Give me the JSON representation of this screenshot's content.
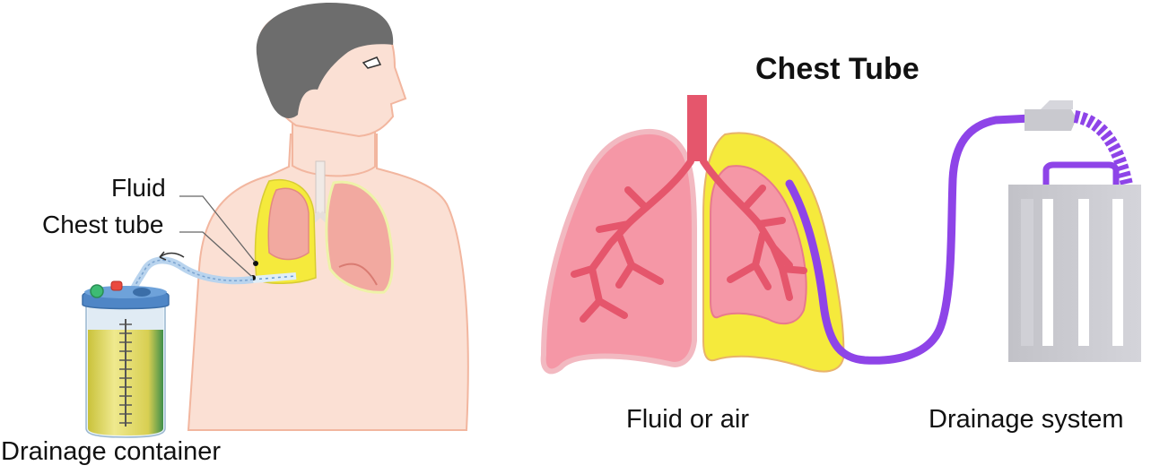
{
  "left_figure": {
    "labels": {
      "fluid": "Fluid",
      "chest_tube": "Chest tube",
      "drainage_container": "Drainage container"
    }
  },
  "right_figure": {
    "title": "Chest Tube",
    "labels": {
      "fluid_or_air": "Fluid or air",
      "drainage_system": "Drainage system"
    }
  },
  "colors": {
    "skin": "#fbe0d4",
    "skin_outline": "#f2b69f",
    "hair": "#6d6d6d",
    "lung_left_fig": "#f2a9a0",
    "fluid_yellow": "#f5ea3c",
    "lung_pink": "#f597a6",
    "bronchi": "#e5566c",
    "tube_purple": "#8e44e8",
    "drain_gray": "#c9c9cf",
    "container_liquid": "#e8e07a",
    "container_cap": "#4f86c6"
  }
}
